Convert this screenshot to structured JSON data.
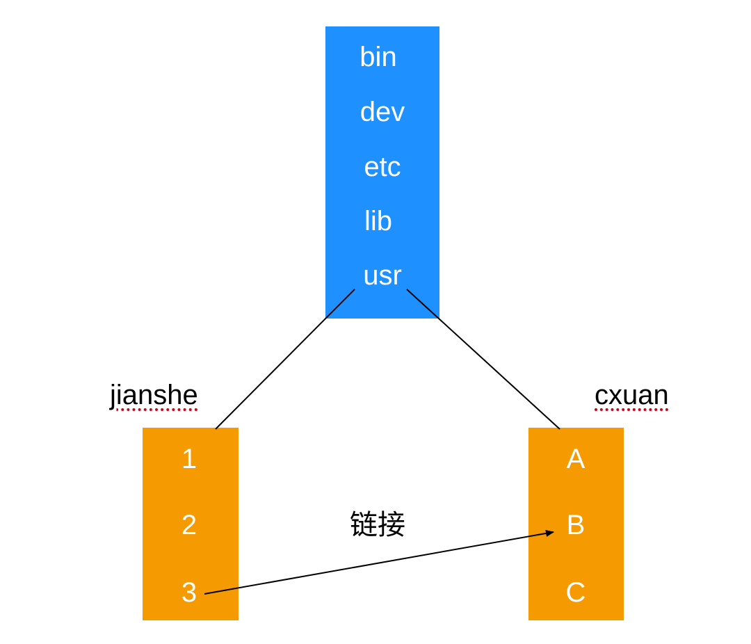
{
  "colors": {
    "root": "#1e90ff",
    "subdir": "#f59a00",
    "text": "#ffffff",
    "line": "#000000"
  },
  "root": {
    "entries": [
      "bin",
      "dev",
      "etc",
      "lib",
      "usr"
    ]
  },
  "left_dir": {
    "name": "jianshe",
    "entries": [
      "1",
      "2",
      "3"
    ]
  },
  "right_dir": {
    "name": "cxuan",
    "entries": [
      "A",
      "B",
      "C"
    ]
  },
  "link": {
    "label": "链接"
  }
}
